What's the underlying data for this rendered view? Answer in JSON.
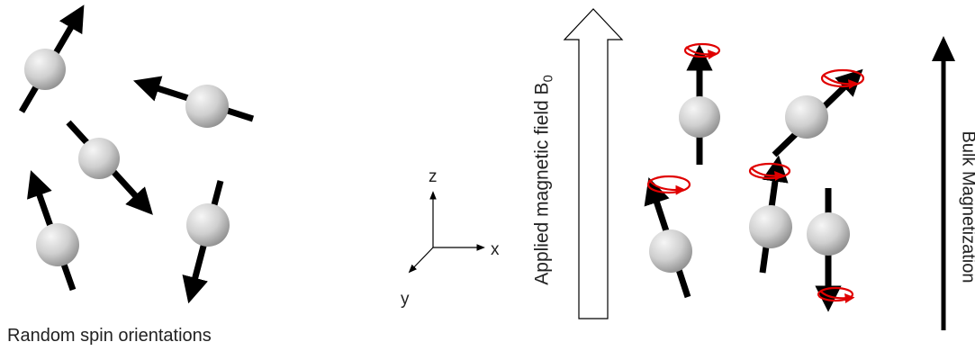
{
  "caption": "Random spin orientations",
  "axes": {
    "z": "z",
    "x": "x",
    "y": "y"
  },
  "applied_label": "Applied magnetic field B",
  "applied_subscript": "0",
  "bulk_label": "Bulk Magnetization",
  "colors": {
    "arrow": "#000000",
    "precession": "#e00000",
    "sphere_light": "#f2f2f2",
    "sphere_dark": "#8f8f8f"
  }
}
